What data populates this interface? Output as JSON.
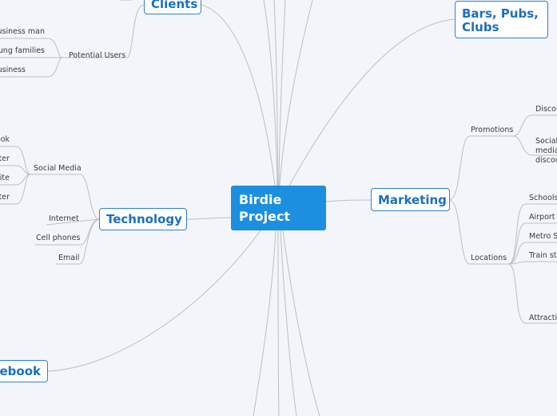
{
  "center": {
    "label": "Birdie Project"
  },
  "topics": {
    "clients": "Clients",
    "bars": "Bars, Pubs, Clubs",
    "technology": "Technology",
    "marketing": "Marketing",
    "facebook": "Facebook"
  },
  "clients": {
    "potential_users": "Potential Users",
    "users": [
      "Business man",
      "Young families",
      "Business"
    ]
  },
  "technology": {
    "social_media": "Social Media",
    "social_items": [
      "Facebook",
      "Twitter",
      "Website",
      "Twitter"
    ],
    "internet": "Internet",
    "cell_phones": "Cell phones",
    "email": "Email"
  },
  "marketing": {
    "promotions": "Promotions",
    "promo_items": [
      "Discounts",
      "Social media discounts"
    ],
    "locations": "Locations",
    "location_items": [
      "Schools",
      "Airport",
      "Metro Stations",
      "Train stations",
      "Attractions"
    ]
  },
  "colors": {
    "background": "#f3f5fb",
    "center_fill": "#1c8fe0",
    "topic_border": "#2f82d0",
    "topic_text": "#1a6fc4",
    "connector": "#b9bfc8"
  }
}
